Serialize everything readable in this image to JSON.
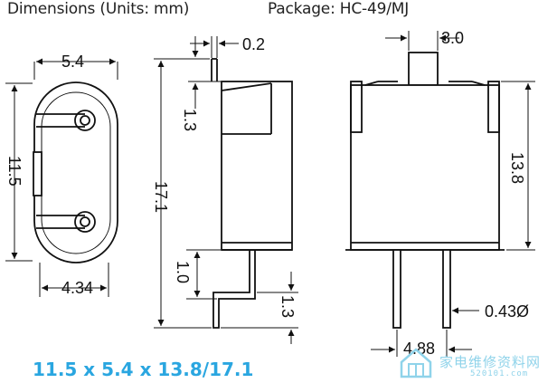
{
  "header": {
    "dimensions_title": "Dimensions (Units: mm)",
    "package_title": "Package: HC-49/MJ"
  },
  "dimensions": {
    "top_width": "5.4",
    "height": "11.5",
    "pin_spacing": "4.34",
    "lead_thickness": "0.2",
    "top_step": "1.3",
    "total_height": "17.1",
    "lead_drop": "1.0",
    "lead_foot": "1.3",
    "stud_width": "3.0",
    "body_height": "13.8",
    "pin_diameter": "0.43Ø",
    "pin_pitch": "4.88"
  },
  "summary": "11.5 x 5.4 x 13.8/17.1",
  "watermark": {
    "chinese": "家电维修资料网",
    "url": "520101.com"
  },
  "colors": {
    "line": "#111111",
    "accent": "#2aa6e0",
    "watermark": "#8fd3ea"
  }
}
